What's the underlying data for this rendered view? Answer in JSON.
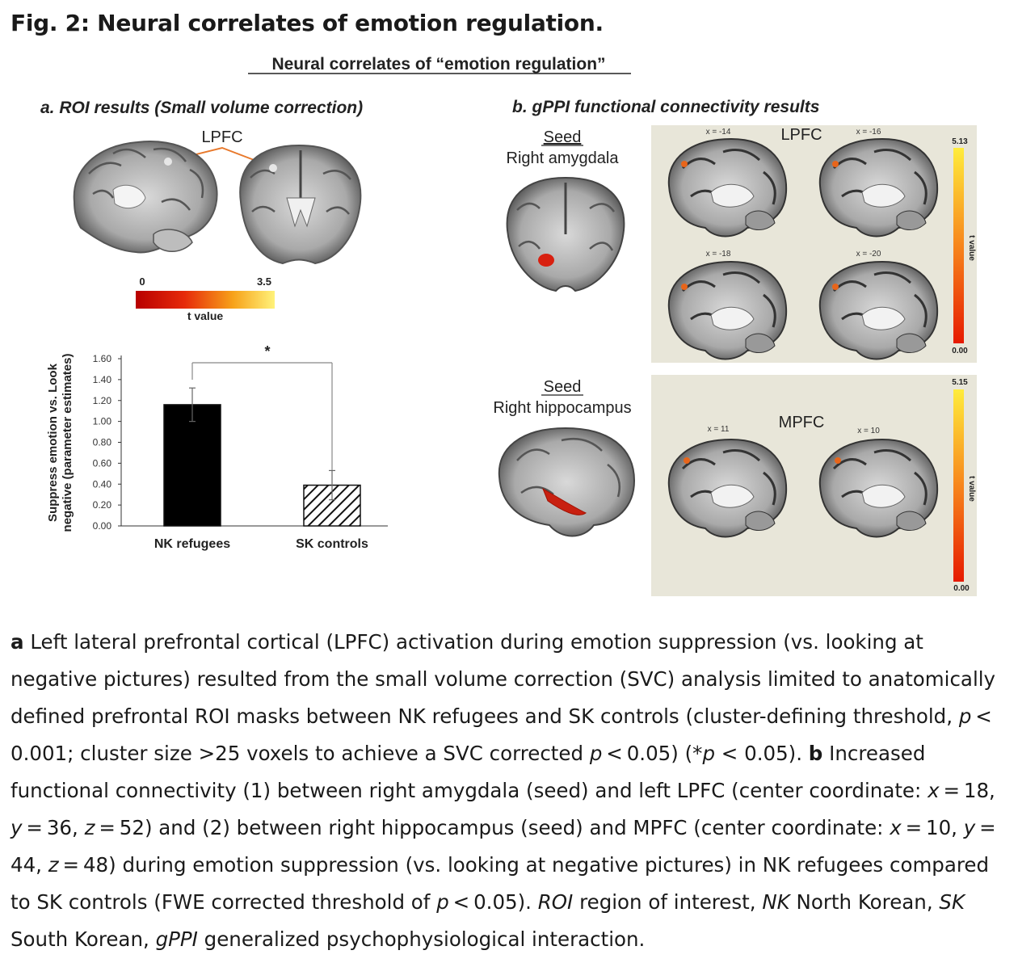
{
  "figure": {
    "title": "Fig. 2: Neural correlates of emotion regulation.",
    "header": "Neural correlates of “emotion regulation”",
    "panel_a": {
      "title": "a. ROI results (Small volume correction)",
      "region_label": "LPFC",
      "colorbar": {
        "min": "0",
        "max": "3.5",
        "label": "t value",
        "colors": [
          "#b80000",
          "#e62a0a",
          "#f7a21a",
          "#fff27a"
        ]
      }
    },
    "panel_b": {
      "title": "b. gPPI functional connectivity results",
      "seed1": {
        "seed_label": "Seed",
        "seed_name": "Right amygdala",
        "region_label": "LPFC",
        "slices": [
          "x = -14",
          "x = -16",
          "x = -18",
          "x = -20"
        ],
        "colorbar_max": "5.13",
        "colorbar_min": "0.00",
        "colorbar_label": "t value"
      },
      "seed2": {
        "seed_label": "Seed",
        "seed_name": "Right hippocampus",
        "region_label": "MPFC",
        "slices": [
          "x = 11",
          "x = 10"
        ],
        "colorbar_max": "5.15",
        "colorbar_min": "0.00",
        "colorbar_label": "t value"
      }
    },
    "significance_marker": "*"
  },
  "chart_data": {
    "type": "bar",
    "categories": [
      "NK refugees",
      "SK controls"
    ],
    "values": [
      1.16,
      0.39
    ],
    "errors": [
      0.16,
      0.14
    ],
    "ylabel": "Suppress emotion vs. Look negative (parameter estimates)",
    "ylabel_lines": [
      "Suppress emotion vs. Look",
      "negative (parameter estimates)"
    ],
    "ylim": [
      0,
      1.6
    ],
    "yticks": [
      "0.00",
      "0.20",
      "0.40",
      "0.60",
      "0.80",
      "1.00",
      "1.20",
      "1.40",
      "1.60"
    ],
    "bar_fills": [
      "solid-black",
      "hatched"
    ],
    "grid": false
  },
  "caption": {
    "s1_bold": "a",
    "s1": " Left lateral prefrontal cortical (LPFC) activation during emotion suppression (vs. looking at negative pictures) resulted from the small volume correction (SVC) analysis limited to anatomically defined prefrontal ROI masks between NK refugees and SK controls (cluster-defining threshold, ",
    "p1": "p",
    "s2": " < 0.001; cluster size >25 voxels to achieve a SVC corrected ",
    "p2": "p",
    "s3": " < 0.05) (*",
    "p3": "p",
    "s4": " < 0.05). ",
    "s5_bold": "b",
    "s5": " Increased functional connectivity (1) between right amygdala (seed) and left LPFC (center coordinate: ",
    "x1": "x",
    "s6": " = 18, ",
    "y1": "y",
    "s7": " = 36, ",
    "z1": "z",
    "s8": " = 52) and (2) between right hippocampus (seed) and MPFC (center coordinate: ",
    "x2": "x",
    "s9": " = 10, ",
    "y2": "y",
    "s10": " = 44, ",
    "z2": "z",
    "s11": " = 48) during emotion suppression (vs. looking at negative pictures) in NK refugees compared to SK controls (FWE corrected threshold of ",
    "p4": "p",
    "s12": " < 0.05). ",
    "roi": "ROI",
    "s13": " region of interest, ",
    "nk": "NK",
    "s14": " North Korean, ",
    "sk": "SK",
    "s15": " South Korean, ",
    "gppi": "gPPI",
    "s16": " generalized psychophysiological interaction."
  }
}
